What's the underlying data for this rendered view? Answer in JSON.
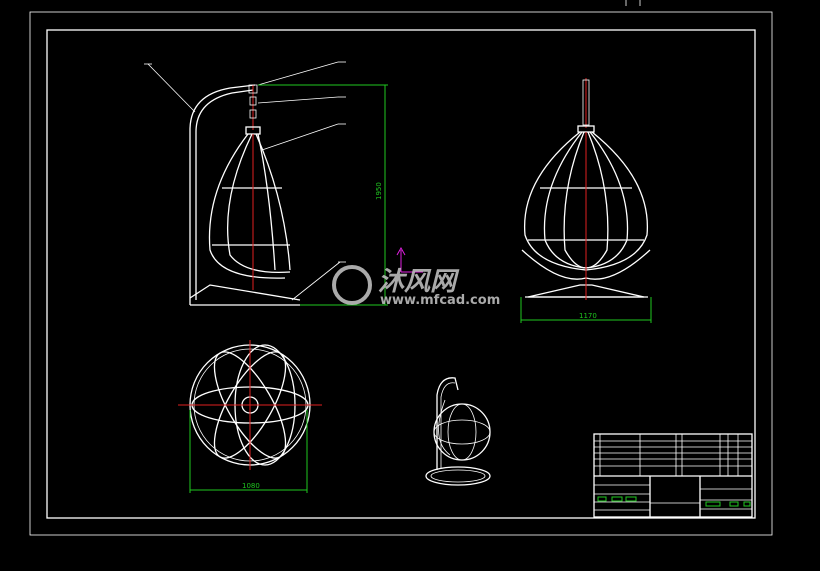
{
  "drawing": {
    "background": "#000000",
    "line_color": "#ffffff",
    "dimension_color": "#1fc71f",
    "centerline_color": "#e02020",
    "ucs_color": "#e020e0",
    "views": [
      "side-view",
      "front-view",
      "top-view",
      "isometric-view"
    ],
    "dimensions": {
      "side_height": "1950",
      "front_width": "1170",
      "top_diameter": "1080"
    }
  },
  "watermark": {
    "brand": "沐风网",
    "url": "www.mfcad.com"
  }
}
